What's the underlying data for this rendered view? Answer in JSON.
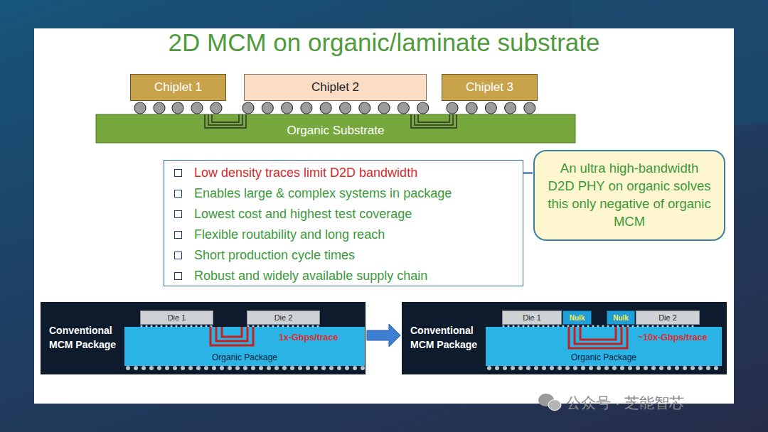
{
  "diagram": {
    "title": "2D MCM on organic/laminate substrate",
    "nodes": [
      {
        "text": [
          "Chiplet 1"
        ]
      },
      {
        "text": [
          "Chiplet 2"
        ]
      },
      {
        "text": [
          "Chiplet 3"
        ]
      },
      {
        "text": [
          "Organic Substrate"
        ]
      },
      {
        "text": [
          "Low density traces limit D2D bandwidth",
          "Enables large & complex systems in package",
          "Lowest cost and highest test coverage",
          "Flexible routability and long reach",
          "Short production cycle times",
          "Robust and widely available supply chain"
        ]
      },
      {
        "text": [
          "An ultra high-bandwidth D2D PHY on organic solves this only negative of organic MCM"
        ]
      },
      {
        "text": [
          "Conventional MCM Package"
        ]
      },
      {
        "text": [
          "Organic Package"
        ],
        "in": 6
      },
      {
        "text": [
          "Die 1"
        ],
        "in": 6
      },
      {
        "text": [
          "Die 2"
        ],
        "in": 6
      },
      {
        "text": [
          "Conventional MCM Package"
        ]
      },
      {
        "text": [
          "Organic Package"
        ],
        "in": 10
      },
      {
        "text": [
          "Die 1"
        ],
        "in": 10
      },
      {
        "text": [
          "Nulk"
        ],
        "in": 10
      },
      {
        "text": [
          "Nulk"
        ],
        "in": 10
      },
      {
        "text": [
          "Die 2"
        ],
        "in": 10
      }
    ],
    "edges": [
      {
        "from": 5,
        "to": 4,
        "arrow": "to"
      },
      {
        "from": 6,
        "to": 10,
        "arrow": "to"
      }
    ],
    "labels": [
      "1x-Gbps/trace",
      "~10x-Gbps/trace",
      "公众号 · 芝能智芯"
    ]
  }
}
